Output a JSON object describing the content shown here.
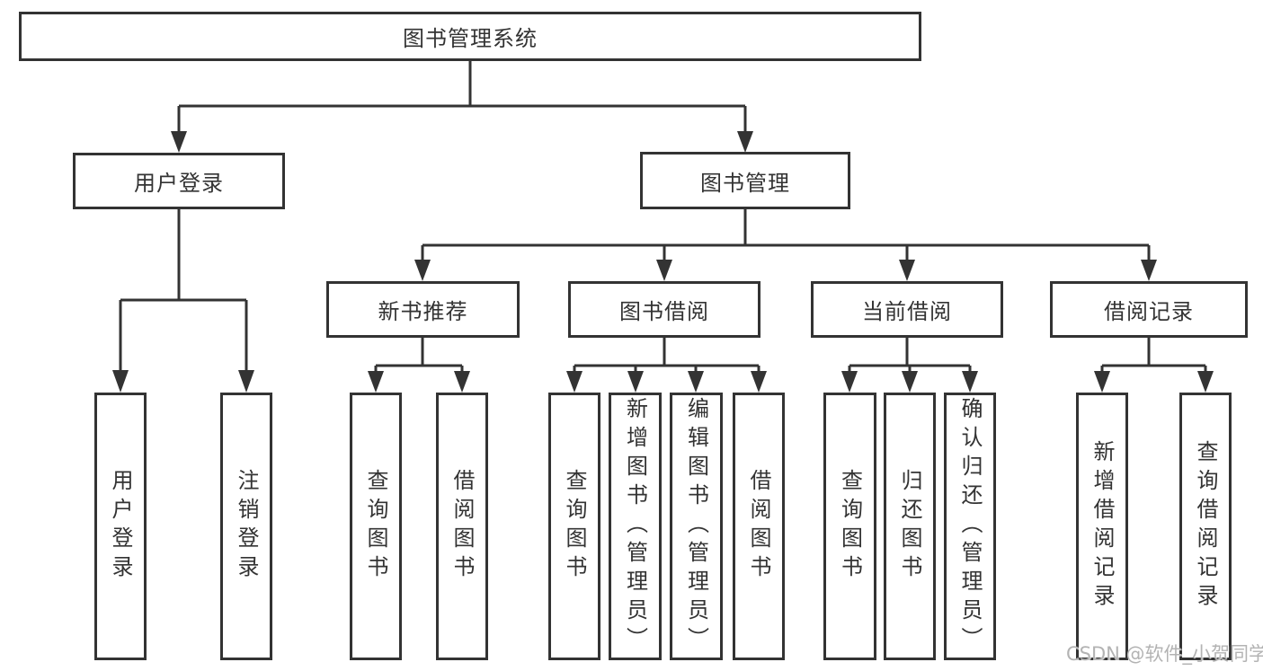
{
  "tree": {
    "root": {
      "label": "图书管理系统"
    },
    "branches": [
      {
        "label": "用户登录",
        "children": [
          {
            "label": "用户登录"
          },
          {
            "label": "注销登录"
          }
        ]
      },
      {
        "label": "图书管理",
        "children": [
          {
            "label": "新书推荐",
            "children": [
              {
                "label": "查询图书"
              },
              {
                "label": "借阅图书"
              }
            ]
          },
          {
            "label": "图书借阅",
            "children": [
              {
                "label": "查询图书"
              },
              {
                "label": "新增图书（管理员）"
              },
              {
                "label": "编辑图书（管理员）"
              },
              {
                "label": "借阅图书"
              }
            ]
          },
          {
            "label": "当前借阅",
            "children": [
              {
                "label": "查询图书"
              },
              {
                "label": "归还图书"
              },
              {
                "label": "确认归还（管理员）"
              }
            ]
          },
          {
            "label": "借阅记录",
            "children": [
              {
                "label": "新增借阅记录"
              },
              {
                "label": "查询借阅记录"
              }
            ]
          }
        ]
      }
    ]
  },
  "watermark": {
    "text": "CSDN @软件_小贺同学"
  },
  "colors": {
    "line": "#333333",
    "text": "#333333",
    "box_background": "#ffffff",
    "watermark": "#b3b3b3",
    "background": "#ffffff"
  }
}
